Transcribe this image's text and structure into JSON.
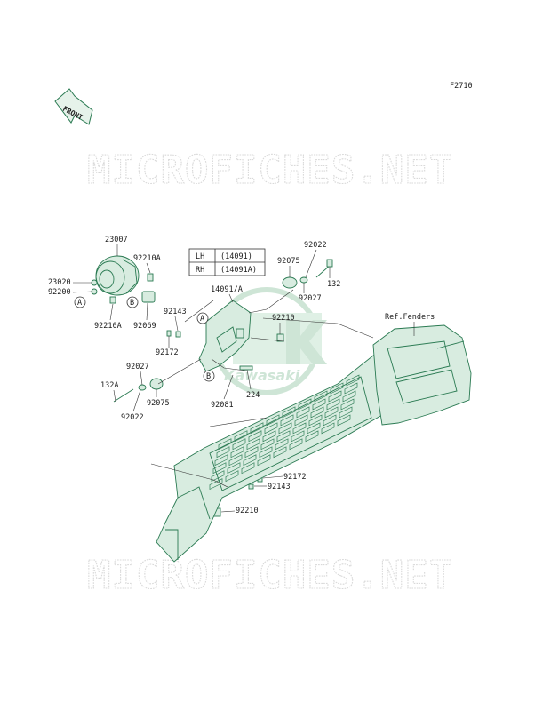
{
  "figure_code": "F2710",
  "front_label": "FRONT",
  "watermark_text": "MICROFICHES.NET",
  "logo_text": "Kawasaki",
  "ref_note": "Ref.Fenders",
  "callout_a": "A",
  "callout_b": "B",
  "table": {
    "rows": [
      {
        "side": "LH",
        "part": "(14091)"
      },
      {
        "side": "RH",
        "part": "(14091A)"
      }
    ]
  },
  "parts": {
    "p23007": "23007",
    "p92210A_top": "92210A",
    "p23020": "23020",
    "p92200": "92200",
    "p92210A_bottom": "92210A",
    "p92069": "92069",
    "p92022_top": "92022",
    "p92075_top": "92075",
    "p132": "132",
    "p92027_top": "92027",
    "p14091A": "14091/A",
    "p92143_top": "92143",
    "p92210_mid": "92210",
    "p92172_top": "92172",
    "p92027_left": "92027",
    "p132A": "132A",
    "p92075_left": "92075",
    "p92022_left": "92022",
    "p224": "224",
    "p92081": "92081",
    "p92172_bottom": "92172",
    "p92143_bottom": "92143",
    "p92210_bottom": "92210"
  },
  "colors": {
    "part_line": "#2a7a52",
    "part_fill": "#d8ece0",
    "watermark": "#d9d9d9",
    "logo": "#c9e3d2"
  }
}
